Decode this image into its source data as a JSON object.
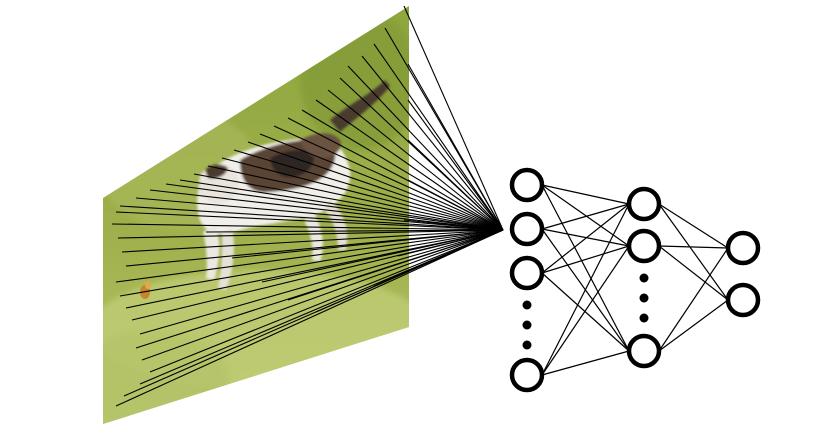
{
  "diagram": {
    "input_image": {
      "subject": "kitten-leaping-on-grass",
      "colors": {
        "grass_dark": "#7f9a34",
        "grass_light": "#b7c566",
        "background_blur": "#9aab4a",
        "fur_white": "#f2f1ee",
        "fur_brown": "#5b4534",
        "fur_dark": "#2e2620"
      }
    },
    "layers": [
      {
        "name": "input-layer",
        "visible_nodes": 4,
        "has_ellipsis": true
      },
      {
        "name": "hidden-layer",
        "visible_nodes": 3,
        "has_ellipsis": true
      },
      {
        "name": "output-layer",
        "visible_nodes": 2,
        "has_ellipsis": false
      }
    ],
    "style": {
      "node_stroke": "#000000",
      "node_fill": "#ffffff",
      "line_color": "#000000"
    }
  }
}
